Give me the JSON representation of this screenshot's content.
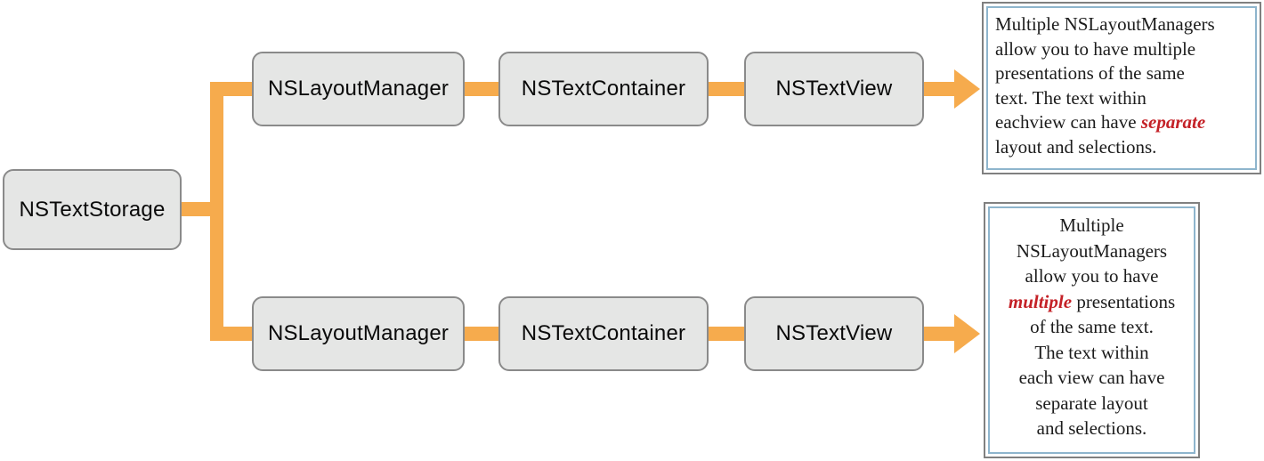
{
  "colors": {
    "orange": "#F6AB4D",
    "node-fill": "#E5E6E5",
    "node-border": "#8A8A8A",
    "callout-border": "#808080",
    "callout-inner-border": "#8EB5CD",
    "ink": "#1C1C1C",
    "accent-red": "#C42127"
  },
  "nodes": {
    "storage": {
      "label": "NSTextStorage"
    },
    "top_row": [
      {
        "label": "NSLayoutManager"
      },
      {
        "label": "NSTextContainer"
      },
      {
        "label": "NSTextView"
      }
    ],
    "bottom_row": [
      {
        "label": "NSLayoutManager"
      },
      {
        "label": "NSTextContainer"
      },
      {
        "label": "NSTextView"
      }
    ]
  },
  "callouts": {
    "top": {
      "align": "left",
      "lines": [
        [
          {
            "t": "Multiple NSLayoutManagers"
          }
        ],
        [
          {
            "t": "allow you to have multiple"
          }
        ],
        [
          {
            "t": "presentations of the same"
          }
        ],
        [
          {
            "t": "text. The text within"
          }
        ],
        [
          {
            "t": "eachview can have "
          },
          {
            "t": "separate",
            "em": true
          }
        ],
        [
          {
            "t": "layout and selections."
          }
        ]
      ]
    },
    "bottom": {
      "align": "center",
      "lines": [
        [
          {
            "t": "Multiple"
          }
        ],
        [
          {
            "t": "NSLayoutManagers"
          }
        ],
        [
          {
            "t": "allow you to have"
          }
        ],
        [
          {
            "t": "multiple",
            "em": true
          },
          {
            "t": " presentations"
          }
        ],
        [
          {
            "t": "of the same text."
          }
        ],
        [
          {
            "t": "The text within"
          }
        ],
        [
          {
            "t": "each view can have"
          }
        ],
        [
          {
            "t": "separate layout"
          }
        ],
        [
          {
            "t": "and selections."
          }
        ]
      ]
    }
  }
}
